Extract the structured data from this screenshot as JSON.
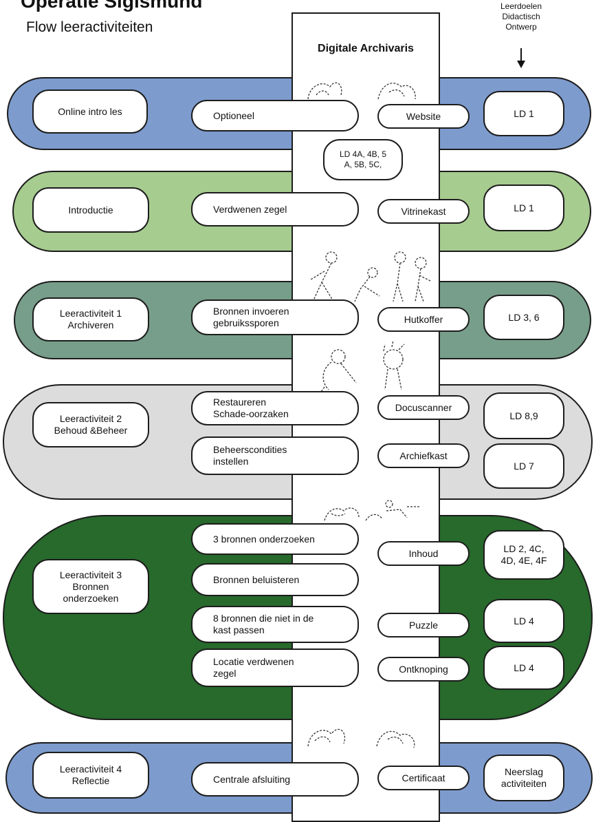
{
  "header": {
    "title": "Operatie Sigismund",
    "subtitle": "Flow leeractiviteiten",
    "column_note": "Leerdoelen\nDidactisch\nOntwerp",
    "center_column_title": "Digitale Archivaris"
  },
  "colors": {
    "blue": "#7d9bcd",
    "light_green": "#a6cc8f",
    "sage": "#779e8a",
    "gray": "#dcdcdc",
    "dark_green": "#28692c",
    "outline": "#1c1c1c"
  },
  "icons": [
    "people-sketch-icon",
    "arrow-down-icon"
  ],
  "rows": [
    {
      "phase": "Online intro les",
      "activities": [
        "Optioneel"
      ],
      "tools": [
        "Website"
      ],
      "goals": [
        "LD 1"
      ],
      "extra_goal": "LD 4A, 4B, 5\nA, 5B, 5C,"
    },
    {
      "phase": "Introductie",
      "activities": [
        "Verdwenen zegel"
      ],
      "tools": [
        "Vitrinekast"
      ],
      "goals": [
        "LD 1"
      ]
    },
    {
      "phase": "Leeractiviteit 1\nArchiveren",
      "activities": [
        "Bronnen invoeren\ngebruikssporen"
      ],
      "tools": [
        "Hutkoffer"
      ],
      "goals": [
        "LD 3, 6"
      ]
    },
    {
      "phase": "Leeractiviteit 2\nBehoud &Beheer",
      "activities": [
        "Restaureren\nSchade-oorzaken",
        "Beheerscondities\ninstellen"
      ],
      "tools": [
        "Docuscanner",
        "Archiefkast"
      ],
      "goals": [
        "LD 8,9",
        "LD 7"
      ]
    },
    {
      "phase": "Leeractiviteit 3\nBronnen\nonderzoeken",
      "activities": [
        "3 bronnen onderzoeken",
        "Bronnen beluisteren",
        "8 bronnen die niet in de\nkast passen",
        "Locatie verdwenen\nzegel"
      ],
      "tools": [
        "Inhoud",
        "Puzzle",
        "Ontknoping"
      ],
      "goals": [
        "LD 2, 4C,\n4D, 4E, 4F",
        "LD 4",
        "LD 4"
      ]
    },
    {
      "phase": "Leeractiviteit 4\nReflectie",
      "activities": [
        "Centrale afsluiting"
      ],
      "tools": [
        "Certificaat"
      ],
      "goals": [
        "Neerslag\nactiviteiten"
      ]
    }
  ]
}
